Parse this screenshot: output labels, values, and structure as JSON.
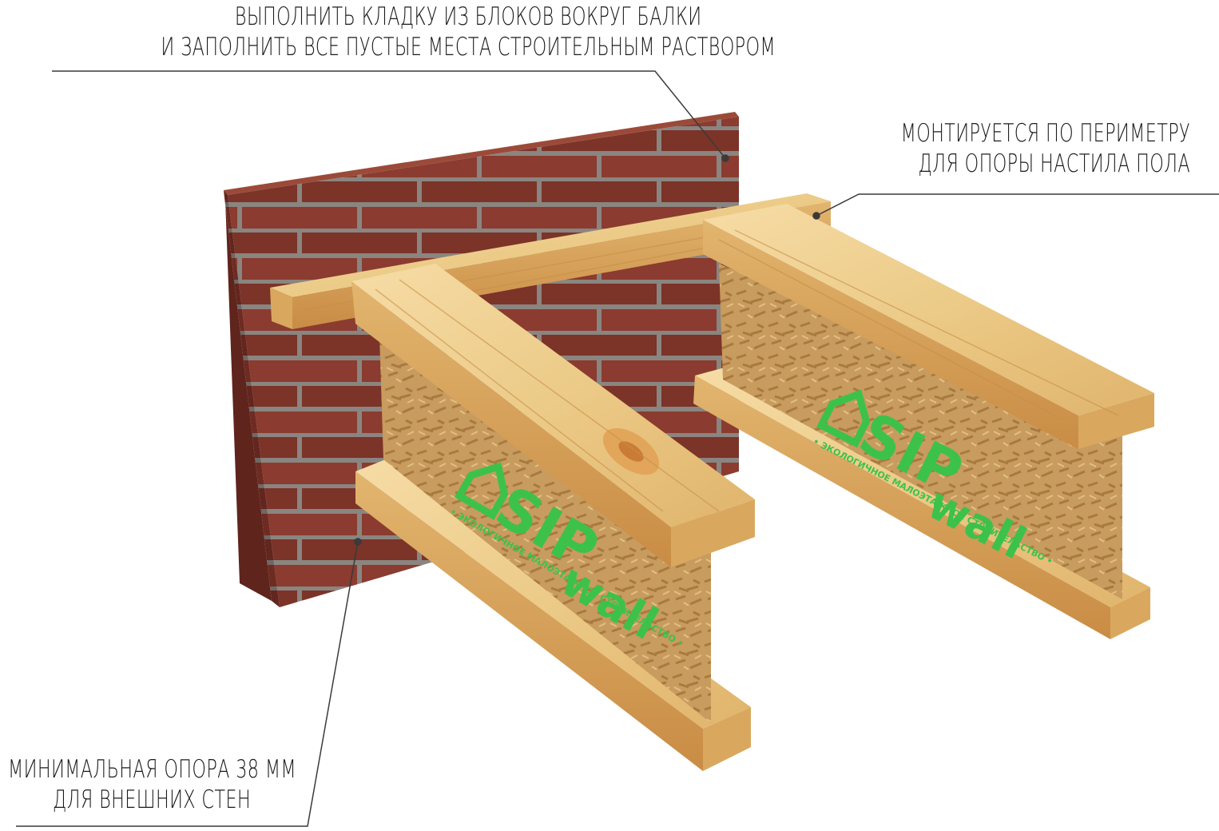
{
  "callouts": {
    "top": {
      "line1": "ВЫПОЛНИТЬ КЛАДКУ ИЗ БЛОКОВ ВОКРУГ БАЛКИ",
      "line2": "И ЗАПОЛНИТЬ ВСЕ ПУСТЫЕ МЕСТА СТРОИТЕЛЬНЫМ РАСТВОРОМ"
    },
    "right": {
      "line1": "МОНТИРУЕТСЯ ПО ПЕРИМЕТРУ",
      "line2": "ДЛЯ ОПОРЫ НАСТИЛА ПОЛА"
    },
    "bottom": {
      "line1": "МИНИМАЛЬНАЯ ОПОРА 38 ММ",
      "line2": "ДЛЯ ВНЕШНИХ СТЕН"
    }
  },
  "brand": {
    "name_part1": "SIP",
    "name_part2": "wall",
    "tagline": "• ЭКОЛОГИЧНОЕ МАЛОЭТАЖНОЕ СТРОИТЕЛЬСТВО •",
    "color": "#3cc24a"
  },
  "colors": {
    "brick": "#8b3b2f",
    "brick_dark": "#6e2b22",
    "mortar": "#8f8a86",
    "wood_light": "#f2d49a",
    "wood_mid": "#e0b46c",
    "wood_dark": "#c98c45",
    "osb": "#c89b5e"
  }
}
